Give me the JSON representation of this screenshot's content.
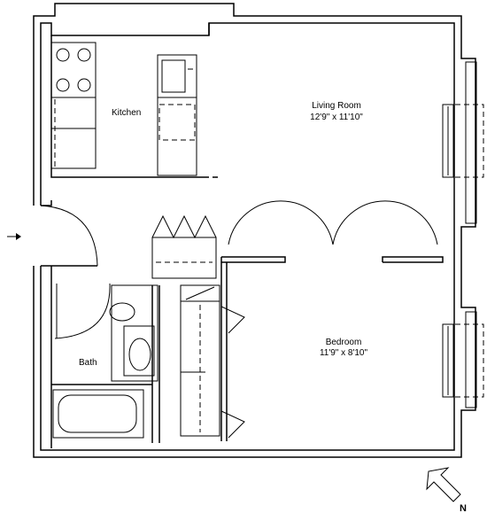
{
  "rooms": {
    "kitchen": {
      "name": "Kitchen"
    },
    "living": {
      "name": "Living Room",
      "dims": "12'9\" x 11'10\""
    },
    "bedroom": {
      "name": "Bedroom",
      "dims": "11'9\" x 8'10\""
    },
    "bath": {
      "name": "Bath"
    }
  },
  "compass": {
    "label": "N"
  }
}
